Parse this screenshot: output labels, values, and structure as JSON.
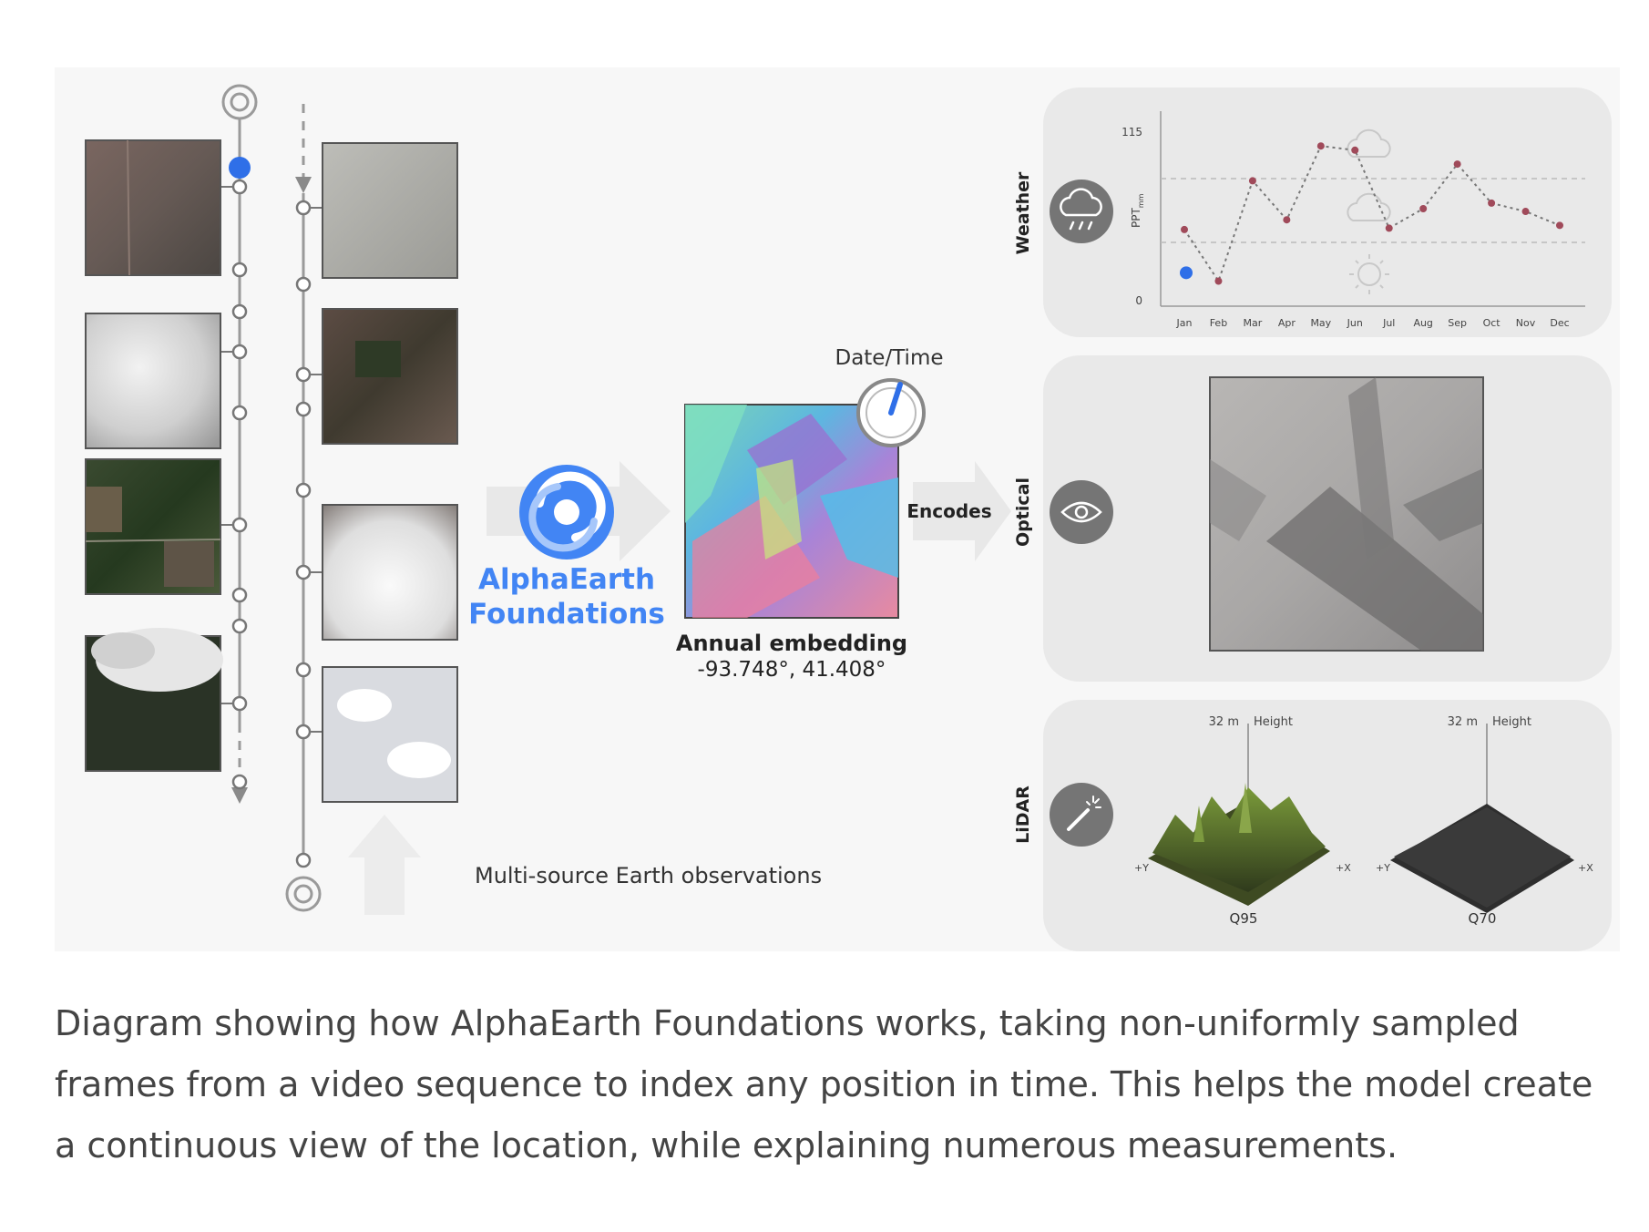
{
  "diagram": {
    "brand": {
      "name_line1": "AlphaEarth",
      "name_line2": "Foundations",
      "color": "#4285f4"
    },
    "observations_label": "Multi-source Earth observations",
    "datetime_label": "Date/Time",
    "embedding": {
      "title": "Annual embedding",
      "coords": "-93.748°, 41.408°"
    },
    "encodes_label": "Encodes",
    "panels": {
      "weather": {
        "label": "Weather",
        "icon": "cloud-rain-icon",
        "chart": {
          "ylabel": "PPT",
          "ylabel_sub": "mm",
          "y_ticks": [
            "115",
            "0"
          ],
          "months": [
            "Jan",
            "Feb",
            "Mar",
            "Apr",
            "May",
            "Jun",
            "Jul",
            "Aug",
            "Sep",
            "Oct",
            "Nov",
            "Dec"
          ],
          "values": [
            55,
            18,
            90,
            62,
            115,
            112,
            56,
            70,
            102,
            74,
            68,
            58
          ],
          "current_point": {
            "month": "Jan",
            "value": 24
          },
          "ylim": [
            0,
            140
          ]
        }
      },
      "optical": {
        "label": "Optical",
        "icon": "eye-icon"
      },
      "lidar": {
        "label": "LiDAR",
        "icon": "laser-wand-icon",
        "plots": [
          {
            "scale": "32 m",
            "axis_label": "Height",
            "x_label": "+X",
            "y_label": "+Y",
            "quantile": "Q95"
          },
          {
            "scale": "32 m",
            "axis_label": "Height",
            "x_label": "+X",
            "y_label": "+Y",
            "quantile": "Q70"
          }
        ]
      }
    }
  },
  "caption": "Diagram showing how AlphaEarth Foundations works, taking non-uniformly sampled frames from a video sequence to index any position in time. This helps the model create a continuous view of the location, while explaining numerous measurements."
}
